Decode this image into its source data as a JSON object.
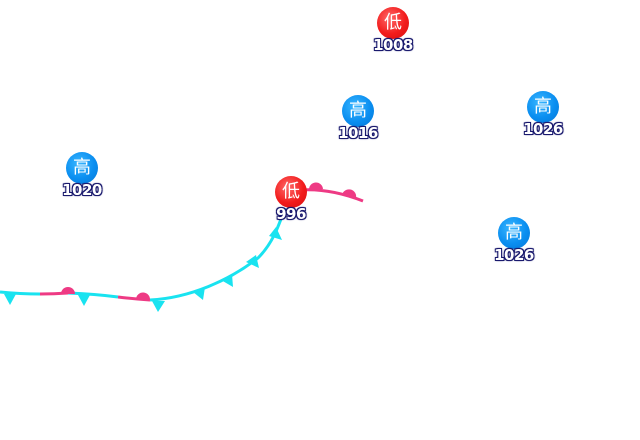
{
  "colors": {
    "cold_front": "#19e3f0",
    "occluded_front": "#ee3a84",
    "low_badge": "#f21c1c",
    "high_badge": "#0a8ef0",
    "label_outline": "#1a1a6e"
  },
  "systems": [
    {
      "id": "low-1",
      "type": "low",
      "symbol": "低",
      "pressure": "1008"
    },
    {
      "id": "high-1",
      "type": "high",
      "symbol": "高",
      "pressure": "1016"
    },
    {
      "id": "high-2",
      "type": "high",
      "symbol": "高",
      "pressure": "1026"
    },
    {
      "id": "high-3",
      "type": "high",
      "symbol": "高",
      "pressure": "1020"
    },
    {
      "id": "low-2",
      "type": "low",
      "symbol": "低",
      "pressure": "996"
    },
    {
      "id": "high-4",
      "type": "high",
      "symbol": "高",
      "pressure": "1026"
    }
  ],
  "fronts": [
    {
      "id": "front-west",
      "kind": "cold"
    },
    {
      "id": "front-east",
      "kind": "occluded"
    }
  ]
}
